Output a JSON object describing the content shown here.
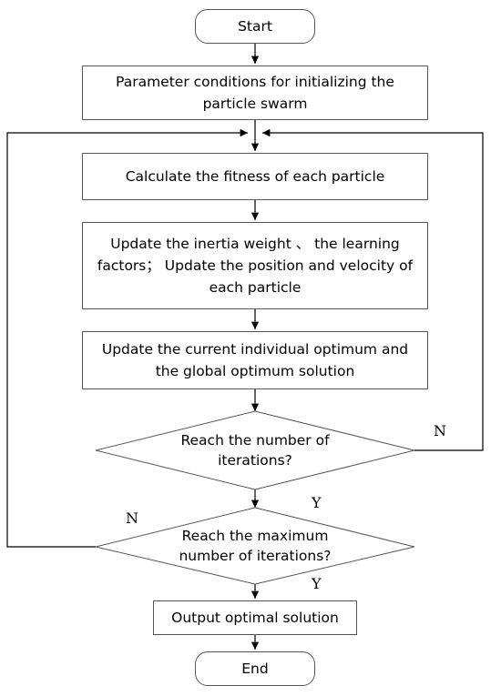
{
  "flowchart": {
    "start": "Start",
    "init": "Parameter conditions for initializing the particle swarm",
    "fitness": "Calculate the fitness of each particle",
    "update_weights": "Update the inertia weight 、 the learning factors； Update the position and velocity of each particle",
    "update_optimum": "Update the current individual optimum and the global optimum solution",
    "decision_iterations": "Reach the number of iterations?",
    "decision_max_iterations": "Reach the maximum number of iterations?",
    "output": "Output optimal solution",
    "end": "End",
    "label_n_right": "N",
    "label_y_first": "Y",
    "label_n_left": "N",
    "label_y_second": "Y"
  }
}
